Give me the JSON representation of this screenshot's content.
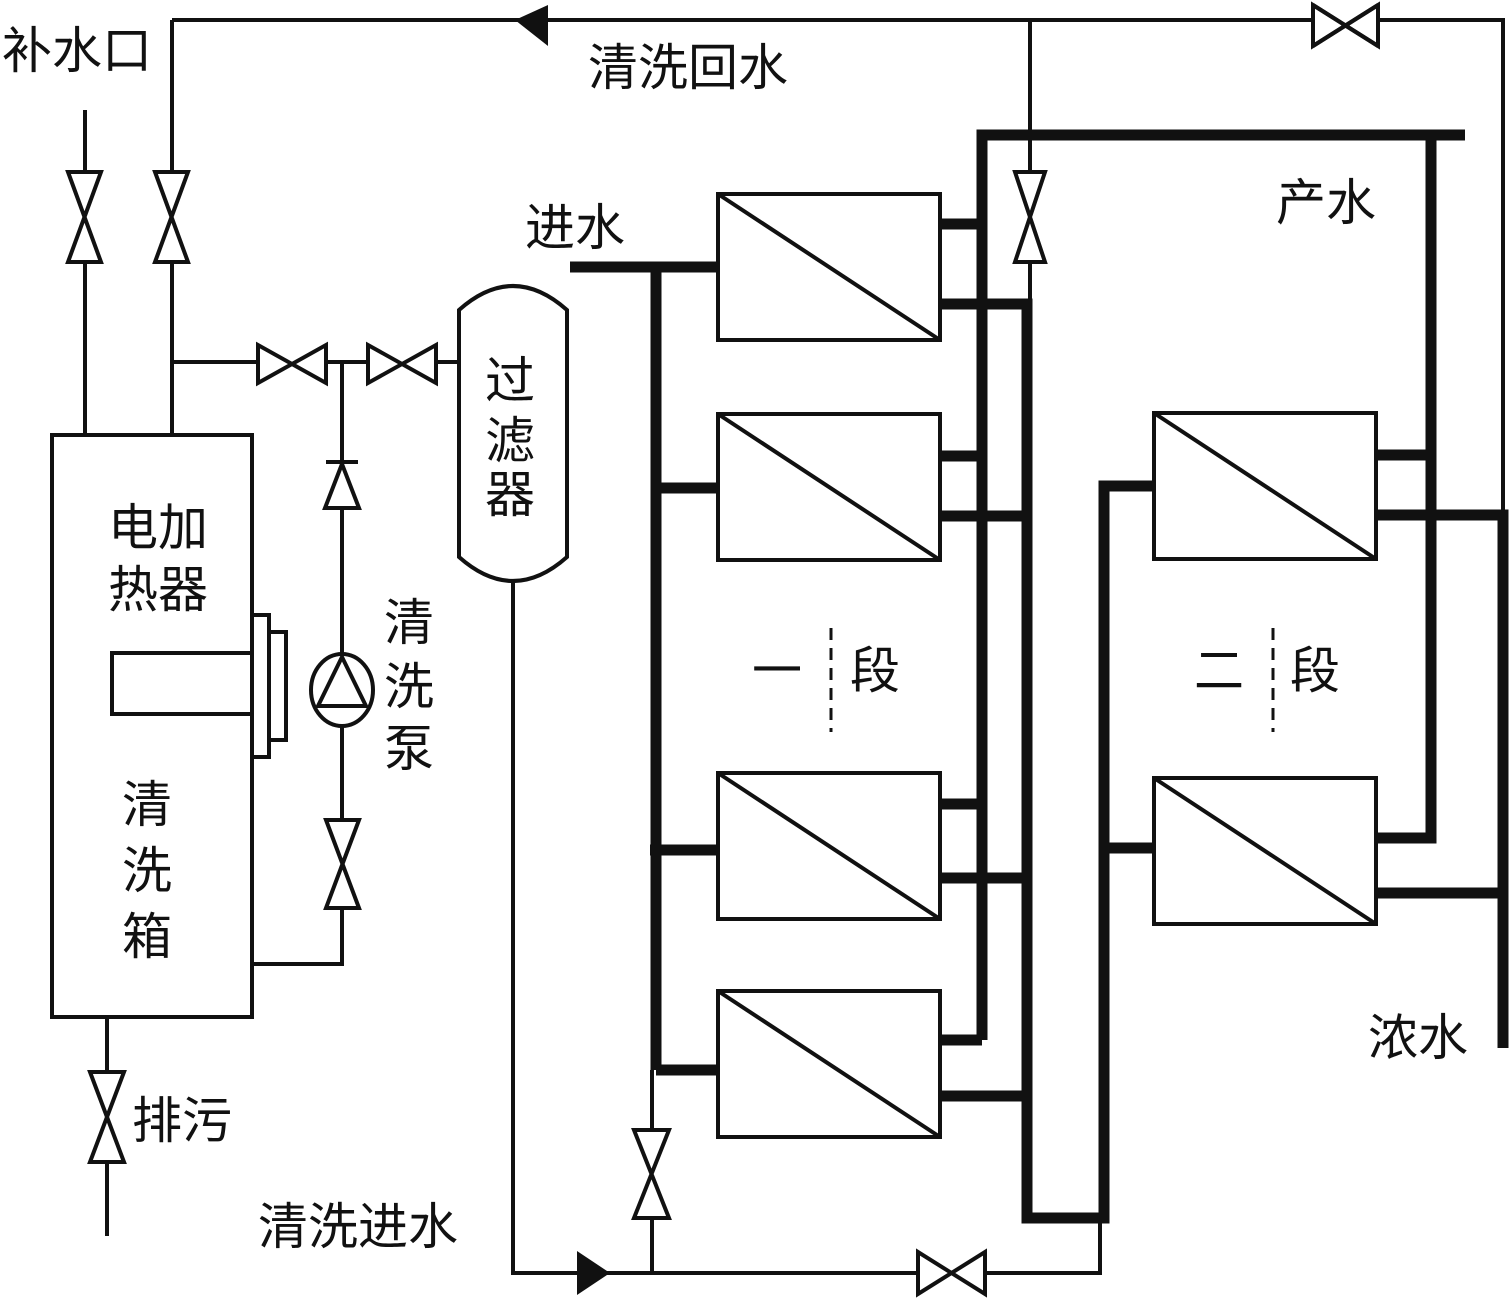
{
  "diagram": {
    "title": "RO membrane cleaning system",
    "labels": {
      "makeup_water": "补水口",
      "cleaning_return": "清洗回水",
      "feed_water": "进水",
      "product_water": "产水",
      "filter": [
        "过",
        "滤",
        "器"
      ],
      "heater": [
        "电加",
        "热器"
      ],
      "cleaning_tank": [
        "清",
        "洗",
        "箱"
      ],
      "cleaning_pump": [
        "清",
        "洗",
        "泵"
      ],
      "stage_one": [
        "一",
        "段"
      ],
      "stage_two": [
        "二",
        "段"
      ],
      "concentrate": "浓水",
      "drain": "排污",
      "cleaning_inlet": "清洗进水"
    },
    "components": {
      "stage_one_modules": 4,
      "stage_two_modules": 2,
      "valves": 10,
      "pumps": 1,
      "check_valves": 1,
      "filters": 1,
      "tanks": 1
    },
    "colors": {
      "line": "#111111",
      "background": "#ffffff"
    }
  }
}
